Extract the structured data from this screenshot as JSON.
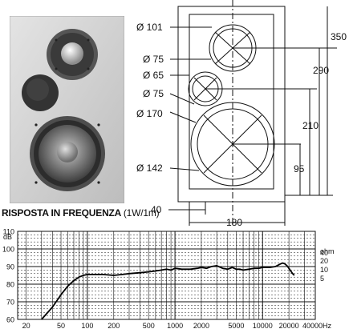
{
  "photo": {
    "components": [
      "tweeter",
      "passive-radiator",
      "woofer"
    ]
  },
  "drawing": {
    "diameters": {
      "tweeter_outer": "Ø 101",
      "tweeter_inner": "Ø 75",
      "radiator_outer": "Ø 65",
      "radiator_inner": "Ø 75",
      "woofer_outer": "Ø 170",
      "woofer_inner": "Ø 142"
    },
    "dimensions": {
      "height_total": "350",
      "tweeter_center": "290",
      "radiator_center": "210",
      "woofer_center": "95",
      "left_offset": "40",
      "width": "180"
    }
  },
  "chart_title": {
    "main": "RISPOSTA IN FREQUENZA",
    "sub": "(1W/1m)"
  },
  "chart_data": {
    "type": "line",
    "title": "RISPOSTA IN FREQUENZA (1W/1m)",
    "ylabel": "dB",
    "y2label": "ohm",
    "ylim": [
      60,
      110
    ],
    "xlim": [
      16,
      40000
    ],
    "xscale": "log",
    "y_ticks": [
      "110",
      "100",
      "90",
      "80",
      "70",
      "60"
    ],
    "y2_ticks": [
      {
        "label": "40",
        "at_db": 98
      },
      {
        "label": "20",
        "at_db": 93.5
      },
      {
        "label": "10",
        "at_db": 88.5
      },
      {
        "label": "5",
        "at_db": 83.5
      }
    ],
    "x_ticks": [
      {
        "label": "20",
        "v": 20
      },
      {
        "label": "50",
        "v": 50
      },
      {
        "label": "100",
        "v": 100
      },
      {
        "label": "200",
        "v": 200
      },
      {
        "label": "500",
        "v": 500
      },
      {
        "label": "1000",
        "v": 1000
      },
      {
        "label": "2000",
        "v": 2000
      },
      {
        "label": "5000",
        "v": 5000
      },
      {
        "label": "10000",
        "v": 10000
      },
      {
        "label": "20000",
        "v": 20000
      },
      {
        "label": "40000Hz",
        "v": 40000
      }
    ],
    "series": [
      {
        "x": [
          30,
          40,
          50,
          60,
          70,
          80,
          90,
          100,
          120,
          150,
          200,
          250,
          300,
          400,
          500,
          600,
          700,
          800,
          900,
          1000,
          1200,
          1500,
          1800,
          2000,
          2300,
          2600,
          3000,
          3500,
          4000,
          4500,
          5000,
          5500,
          6000,
          7000,
          8000,
          9000,
          10000,
          12000,
          14000,
          16000,
          17000,
          18000,
          19000,
          20000,
          21000,
          22000,
          23000
        ],
        "y": [
          60,
          67,
          74,
          79,
          82,
          84,
          85,
          85.5,
          85.5,
          85.5,
          85,
          85.5,
          86,
          86.5,
          87,
          87.5,
          88,
          88.5,
          88,
          89,
          88.5,
          88.5,
          89,
          89.5,
          89,
          90,
          90.5,
          89,
          88.5,
          89.5,
          88.5,
          88.5,
          88,
          88.5,
          89,
          89,
          89.5,
          89.5,
          90,
          91.5,
          92,
          91.5,
          90.5,
          89,
          87.5,
          86,
          85
        ]
      }
    ],
    "grid": true
  }
}
